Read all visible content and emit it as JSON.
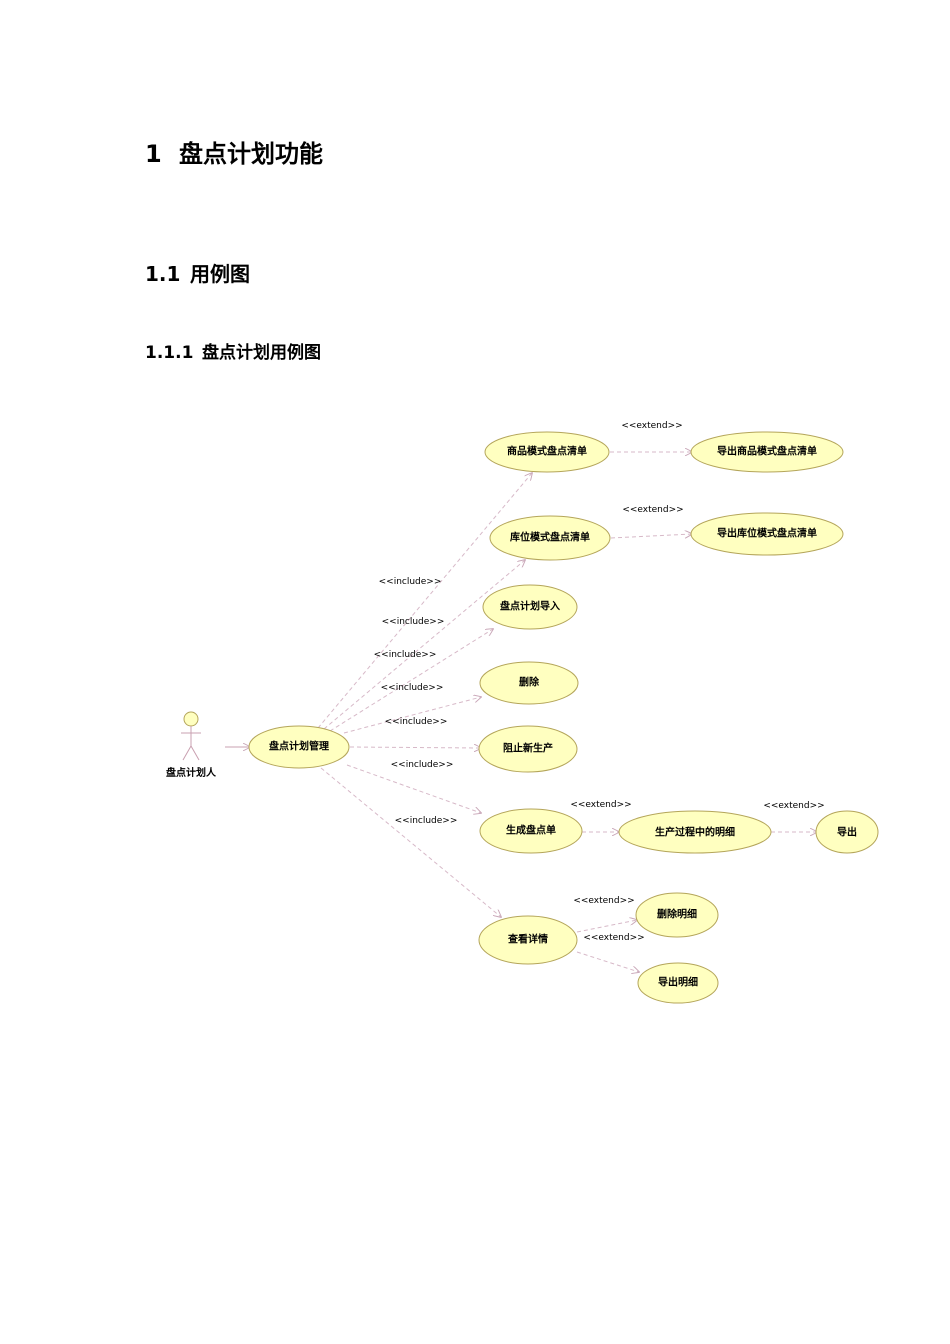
{
  "headings": {
    "h1": {
      "number": "1",
      "text": "盘点计划功能"
    },
    "h2": {
      "number": "1.1",
      "text": "用例图"
    },
    "h3": {
      "number": "1.1.1",
      "text": "盘点计划用例图"
    }
  },
  "diagram": {
    "actor": "盘点计划人",
    "use_cases": {
      "manage": "盘点计划管理",
      "goods_list": "商品模式盘点清单",
      "export_goods_list": "导出商品模式盘点清单",
      "loc_list": "库位模式盘点清单",
      "export_loc_list": "导出库位模式盘点清单",
      "import": "盘点计划导入",
      "delete": "删除",
      "block_new": "阻止新生产",
      "gen_list": "生成盘点单",
      "detail_in_prod": "生产过程中的明细",
      "export": "导出",
      "view_detail": "查看详情",
      "delete_detail": "删除明细",
      "export_detail": "导出明细"
    },
    "stereotypes": {
      "include": "<<include>>",
      "extend": "<<extend>>"
    },
    "colors": {
      "usecase_fill": "#ffffc0",
      "usecase_stroke": "#b4a55a",
      "dependency_line": "#d7b9c8"
    }
  }
}
